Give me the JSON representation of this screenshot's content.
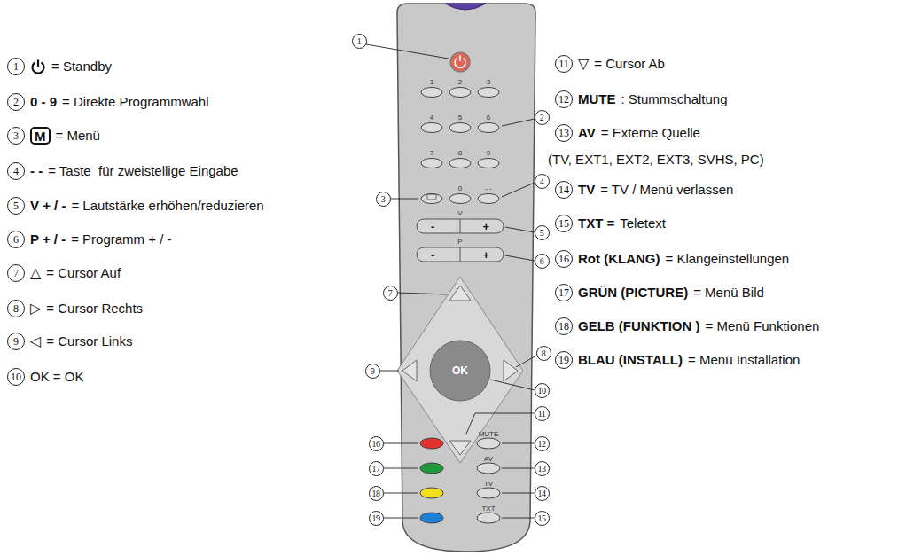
{
  "diagram": {
    "nodes": [
      {
        "text": [
          "1"
        ]
      },
      {
        "text": [
          "2"
        ]
      },
      {
        "text": [
          "3"
        ]
      },
      {
        "text": [
          "4"
        ]
      },
      {
        "text": [
          "5"
        ]
      },
      {
        "text": [
          "6"
        ]
      },
      {
        "text": [
          "7"
        ]
      },
      {
        "text": [
          "8"
        ]
      },
      {
        "text": [
          "9"
        ]
      },
      {
        "text": [
          "10"
        ]
      },
      {
        "text": [
          "M"
        ]
      },
      {
        "text": [
          "11"
        ]
      },
      {
        "text": [
          "12"
        ]
      },
      {
        "text": [
          "13"
        ]
      },
      {
        "text": [
          "14"
        ]
      },
      {
        "text": [
          "15"
        ]
      },
      {
        "text": [
          "16"
        ]
      },
      {
        "text": [
          "17"
        ]
      },
      {
        "text": [
          "18"
        ]
      },
      {
        "text": [
          "19"
        ]
      },
      {
        "text": [
          "1"
        ]
      },
      {
        "text": [
          "2"
        ]
      },
      {
        "text": [
          "3"
        ]
      },
      {
        "text": [
          "4"
        ]
      },
      {
        "text": [
          "5"
        ]
      },
      {
        "text": [
          "6"
        ]
      },
      {
        "text": [
          "7"
        ]
      },
      {
        "text": [
          "8"
        ]
      },
      {
        "text": [
          "9"
        ]
      },
      {
        "text": [
          "10"
        ]
      },
      {
        "text": [
          "11"
        ]
      },
      {
        "text": [
          "12"
        ]
      },
      {
        "text": [
          "13"
        ]
      },
      {
        "text": [
          "14"
        ]
      },
      {
        "text": [
          "15"
        ]
      },
      {
        "text": [
          "16"
        ]
      },
      {
        "text": [
          "17"
        ]
      },
      {
        "text": [
          "18"
        ]
      },
      {
        "text": [
          "19"
        ]
      },
      {
        "text": [
          "-",
          "+"
        ]
      },
      {
        "text": [
          "-",
          "+"
        ]
      },
      {
        "text": [
          "OK"
        ]
      }
    ],
    "labels": [
      "= Standby",
      "0 - 9",
      "= Direkte Programmwahl",
      "= Menü",
      "- -",
      "= Taste  für zweistellige Eingabe",
      "V + / -",
      "= Lautstärke erhöhen/reduzieren",
      "P + / -",
      "= Programm + / -",
      "△",
      "= Cursor Auf",
      "▷",
      "= Cursor Rechts",
      "◁",
      "= Cursor Links",
      "OK = OK",
      "▽",
      "= Cursor Ab",
      "MUTE",
      ": Stummschaltung",
      "AV",
      "= Externe Quelle",
      "(TV, EXT1, EXT2, EXT3, SVHS, PC)",
      "TV",
      "= TV / Menü verlassen",
      "TXT =",
      "Teletext",
      "Rot (KLANG)",
      "= Klangeinstellungen",
      "GRÜN (PICTURE)",
      "= Menü Bild",
      "GELB (FUNKTION )",
      "= Menü Funktionen",
      "BLAU (INSTALL)",
      "= Menü Installation",
      "1",
      "2",
      "3",
      "4",
      "5",
      "6",
      "7",
      "8",
      "9",
      "0",
      "- -",
      "V",
      "P",
      "MUTE",
      "AV",
      "TV",
      "TXT"
    ]
  }
}
